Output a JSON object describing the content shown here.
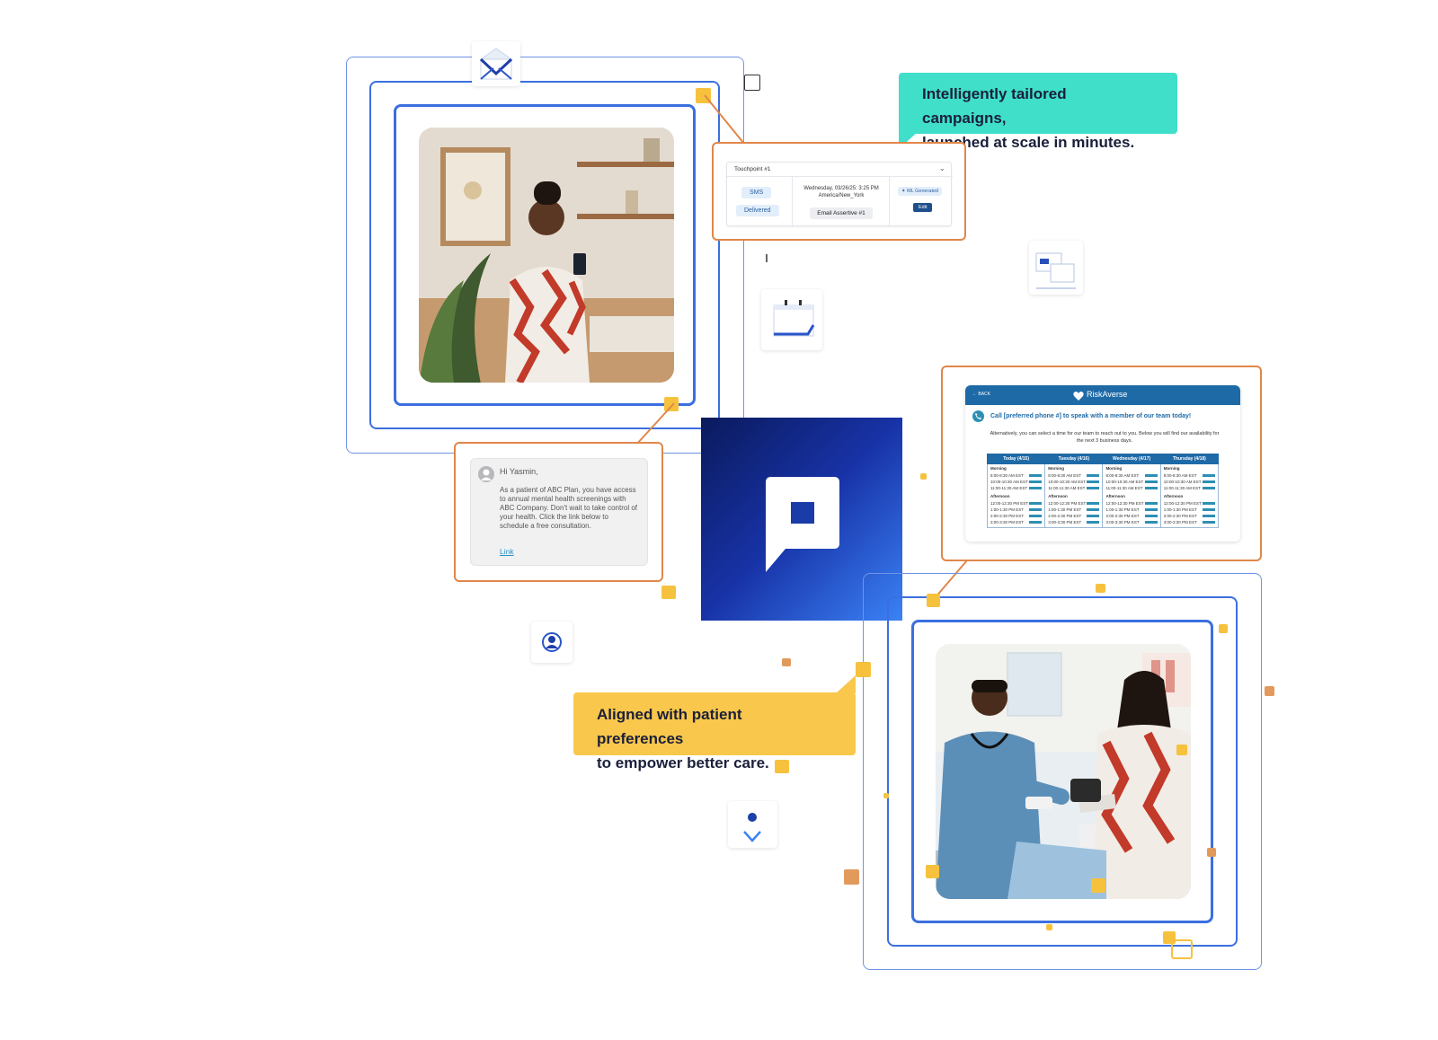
{
  "bubbles": {
    "top": "Intelligently tailored campaigns,\nlaunched at scale in minutes.",
    "bottom": "Aligned with patient preferences\nto empower better care."
  },
  "touchpoint": {
    "title": "Touchpoint #1",
    "channel": "SMS",
    "status": "Delivered",
    "date": "Wednesday, 03/26/25: 3:25 PM",
    "timezone": "America/New_York",
    "template": "Email Assertive #1",
    "badge": "ML Generated",
    "edit": "Edit"
  },
  "sms": {
    "greeting": "Hi Yasmin,",
    "body": "As a patient of ABC Plan, you have access to annual mental health screenings with ABC Company. Don't wait to take control of your health. Click the link below to schedule a free consultation.",
    "link": "Link"
  },
  "scheduler": {
    "back": "BACK",
    "brand": "RiskAverse",
    "headline": "Call [preferred phone #] to speak with a member of our team today!",
    "subtext": "Alternatively, you can select a time for our team to reach out to you. Below you will find our availability for the next 3 business days.",
    "days": [
      "Today (4/15)",
      "Tuesday (4/16)",
      "Wednesday (4/17)",
      "Thursday (4/18)"
    ],
    "morning_label": "Morning",
    "afternoon_label": "Afternoon",
    "morning_slots": [
      "8:00-8:30 AM EST",
      "10:00-10:30 AM EST",
      "11:00-11:30 AM EST"
    ],
    "afternoon_slots": [
      "12:00-12:30 PM EST",
      "1:00-1:30 PM EST",
      "2:00-2:30 PM EST",
      "3:00-3:30 PM EST"
    ]
  },
  "colors": {
    "frame_blue": "#3b6fe0",
    "callout_orange": "#e0874a",
    "teal_bubble": "#3fdfc9",
    "yellow_bubble": "#f9c74b",
    "accent_square": "#f6c23e",
    "logo_gradient_start": "#0a1a5c",
    "logo_gradient_end": "#3b82f6"
  },
  "icons": [
    "envelope-icon",
    "calendar-icon",
    "chat-windows-icon",
    "user-profile-icon",
    "location-pin-icon",
    "chat-logo-icon",
    "phone-icon",
    "heart-shield-icon",
    "chevron-down-icon",
    "avatar-icon"
  ]
}
